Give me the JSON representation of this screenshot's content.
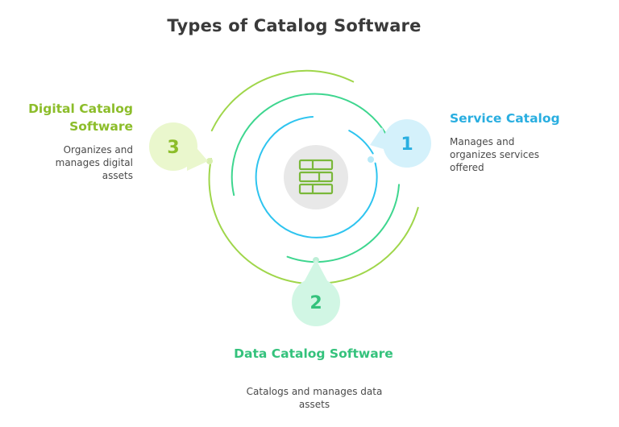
{
  "title": "Types of Catalog Software",
  "center": {
    "icon": "stacked-layers-icon"
  },
  "items": [
    {
      "number": "1",
      "heading": "Service Catalog",
      "description": "Manages and organizes services offered",
      "color": "#29aee0"
    },
    {
      "number": "2",
      "heading": "Data Catalog Software",
      "description": "Catalogs and manages data assets",
      "color": "#34c27c"
    },
    {
      "number": "3",
      "heading": "Digital Catalog Software",
      "description": "Organizes and manages digital assets",
      "color": "#8cbd2a"
    }
  ],
  "colors": {
    "ring_outer": "#9fd64a",
    "ring_middle": "#3ed68f",
    "ring_inner": "#2ec4ef",
    "badge_1": "#d4f1fb",
    "badge_2": "#d1f6e4",
    "badge_3": "#eaf7cd",
    "center_bg": "#e8e8e8",
    "icon": "#7ab83a"
  }
}
